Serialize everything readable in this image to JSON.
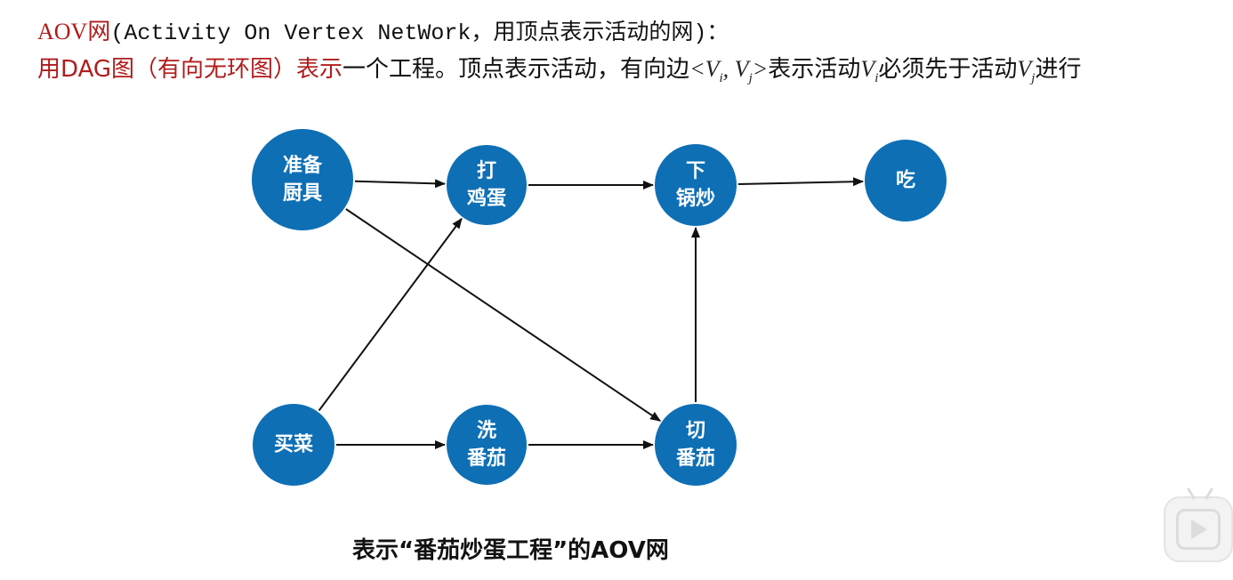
{
  "heading": {
    "term": "AOV网",
    "definition": "(Activity On Vertex NetWork，用顶点表示活动的网)："
  },
  "description": {
    "highlight": "用DAG图（有向无环图）表示",
    "text1": "一个工程。顶点表示活动，有向边",
    "edge_notation_open": "<",
    "vi": "V",
    "vi_sub": "i",
    "comma": ", ",
    "vj": "V",
    "vj_sub": "j",
    "edge_notation_close": ">",
    "text2": "表示活动",
    "v2": "V",
    "v2_sub": "i",
    "text3": "必须先于活动",
    "v3": "V",
    "v3_sub": "j",
    "text4": "进行"
  },
  "graph": {
    "node_color": "#0e6fb5",
    "nodes": [
      {
        "id": "prep",
        "lines": [
          "准备",
          "厨具"
        ]
      },
      {
        "id": "egg",
        "lines": [
          "打",
          "鸡蛋"
        ]
      },
      {
        "id": "fry",
        "lines": [
          "下",
          "锅炒"
        ]
      },
      {
        "id": "eat",
        "lines": [
          "吃"
        ]
      },
      {
        "id": "buy",
        "lines": [
          "买菜"
        ]
      },
      {
        "id": "wash",
        "lines": [
          "洗",
          "番茄"
        ]
      },
      {
        "id": "cut",
        "lines": [
          "切",
          "番茄"
        ]
      }
    ],
    "edges": [
      {
        "from": "prep",
        "to": "egg"
      },
      {
        "from": "egg",
        "to": "fry"
      },
      {
        "from": "fry",
        "to": "eat"
      },
      {
        "from": "prep",
        "to": "cut"
      },
      {
        "from": "buy",
        "to": "egg"
      },
      {
        "from": "buy",
        "to": "wash"
      },
      {
        "from": "wash",
        "to": "cut"
      },
      {
        "from": "cut",
        "to": "fry"
      }
    ]
  },
  "caption": "表示“番茄炒蛋工程”的AOV网",
  "watermark": "bilibili-play-icon"
}
